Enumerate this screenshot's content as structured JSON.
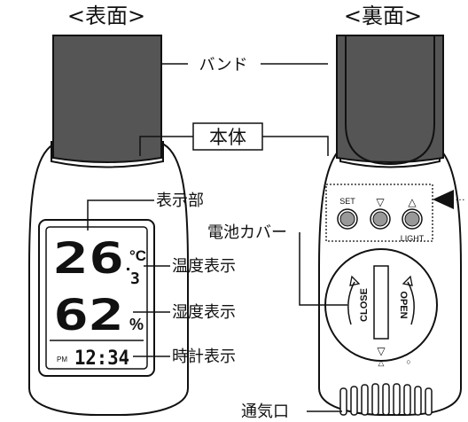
{
  "headings": {
    "front": "<表面>",
    "back": "<裏面>"
  },
  "labels": {
    "band": "バンド",
    "body": "本体",
    "display": "表示部",
    "temp_display": "温度表示",
    "humidity_display": "湿度表示",
    "clock_display": "時計表示",
    "battery_cover": "電池カバー",
    "vent": "通気口"
  },
  "lcd": {
    "temp_int": "26",
    "temp_dec": "3",
    "temp_unit": "°C",
    "humidity": "62",
    "humidity_unit": "%",
    "ampm": "PM",
    "time": "12:34"
  },
  "buttons": {
    "set": "SET",
    "down": "▽",
    "up": "△",
    "light": "LIGHT"
  },
  "cover": {
    "close": "CLOSE",
    "open": "OPEN",
    "arrow_down": "▽",
    "arrow_up": "△",
    "dot": "○"
  },
  "pointer": {
    "dots": "…"
  }
}
